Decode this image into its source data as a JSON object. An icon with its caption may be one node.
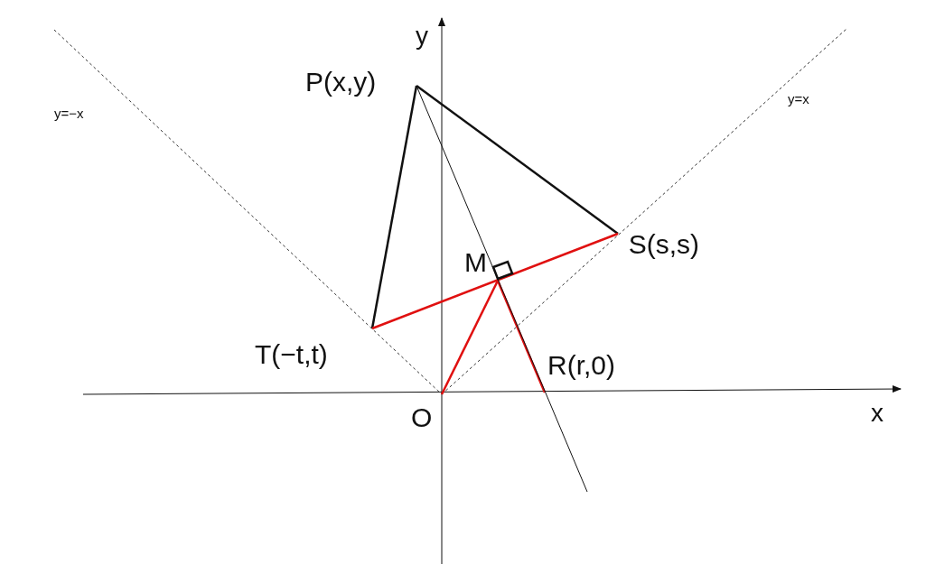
{
  "diagram": {
    "nodes": [
      {
        "text": [
          "P(x,y)"
        ]
      },
      {
        "text": [
          "S(s,s)"
        ]
      },
      {
        "text": [
          "M"
        ]
      },
      {
        "text": [
          "T(−t,t)"
        ]
      },
      {
        "text": [
          "R(r,0)"
        ]
      },
      {
        "text": [
          "O"
        ]
      }
    ],
    "edges": [
      {
        "from": 0,
        "to": 1,
        "arrow": "none"
      },
      {
        "from": 0,
        "to": 3,
        "arrow": "none"
      },
      {
        "from": 3,
        "to": 1,
        "arrow": "none",
        "color": "#e01010"
      },
      {
        "from": 2,
        "to": 5,
        "arrow": "none",
        "color": "#e01010"
      },
      {
        "from": 2,
        "to": 4,
        "arrow": "none",
        "color": "#e01010"
      },
      {
        "from": 0,
        "to": null,
        "arrow": "none"
      }
    ],
    "labels": [
      "y",
      "y=−x",
      "y=x",
      "x"
    ]
  }
}
